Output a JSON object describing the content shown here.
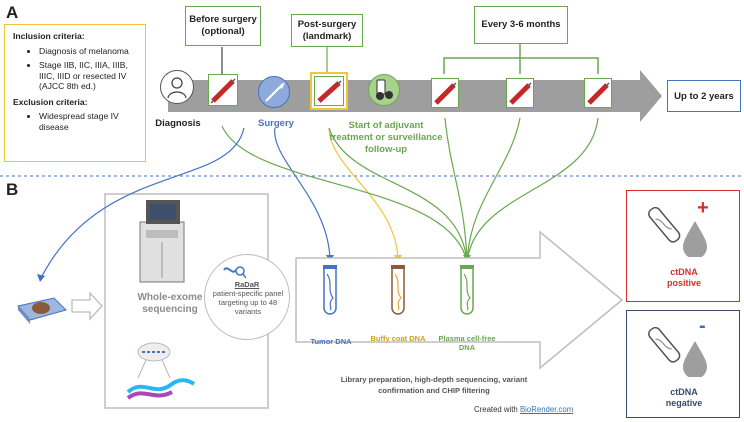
{
  "panel_a": {
    "letter": "A",
    "criteria": {
      "inclusion_title": "Inclusion criteria:",
      "inclusion_items": [
        "Diagnosis of melanoma",
        "Stage IIB, IIC, IIIA, IIIB, IIIC, IIID or resected IV (AJCC 8th ed.)"
      ],
      "exclusion_title": "Exclusion criteria:",
      "exclusion_items": [
        "Widespread stage IV disease"
      ]
    },
    "timepoints": {
      "before": "Before surgery (optional)",
      "post": "Post-surgery (landmark)",
      "every": "Every 3-6 months"
    },
    "end_label": "Up to 2 years",
    "diagnosis": "Diagnosis",
    "surgery": "Surgery",
    "adjuvant": "Start of adjuvant treatment or surveillance follow-up"
  },
  "panel_b": {
    "letter": "B",
    "wes": "Whole-exome sequencing",
    "radar_brand": "RaDaR",
    "radar_desc": "patient-specific panel targeting up to 48 variants",
    "tubes": {
      "tumor": "Tumor DNA",
      "buffy": "Buffy coat DNA",
      "plasma": "Plasma cell-free DNA"
    },
    "pipeline": "Library preparation, high-depth sequencing, variant confirmation and CHIP filtering",
    "positive": {
      "sign": "+",
      "label": "ctDNA positive"
    },
    "negative": {
      "sign": "-",
      "label": "ctDNA negative"
    },
    "credit_prefix": "Created with",
    "credit_link": "BioRender.com"
  },
  "colors": {
    "green": "#6aa84f",
    "blue": "#4472c4",
    "yellow": "#f2c43a",
    "red": "#d32f2f",
    "grey_arrow": "#9e9e9e",
    "navy": "#3b4a6b"
  }
}
